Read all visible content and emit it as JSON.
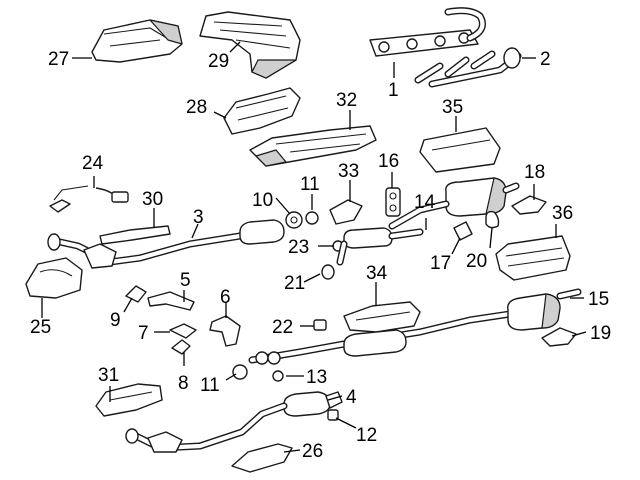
{
  "callouts": {
    "c1": "1",
    "c2": "2",
    "c3": "3",
    "c4": "4",
    "c5": "5",
    "c6": "6",
    "c7": "7",
    "c8": "8",
    "c9": "9",
    "c10": "10",
    "c11a": "11",
    "c11b": "11",
    "c12": "12",
    "c13": "13",
    "c14": "14",
    "c15": "15",
    "c16": "16",
    "c17": "17",
    "c18": "18",
    "c19": "19",
    "c20": "20",
    "c21": "21",
    "c22": "22",
    "c23": "23",
    "c24": "24",
    "c25": "25",
    "c26": "26",
    "c27": "27",
    "c28": "28",
    "c29": "29",
    "c30": "30",
    "c31": "31",
    "c32": "32",
    "c33": "33",
    "c34": "34",
    "c35": "35",
    "c36": "36"
  },
  "colors": {
    "line": "#1a1a1a",
    "shade": "#cfcfcf",
    "background": "#ffffff"
  }
}
